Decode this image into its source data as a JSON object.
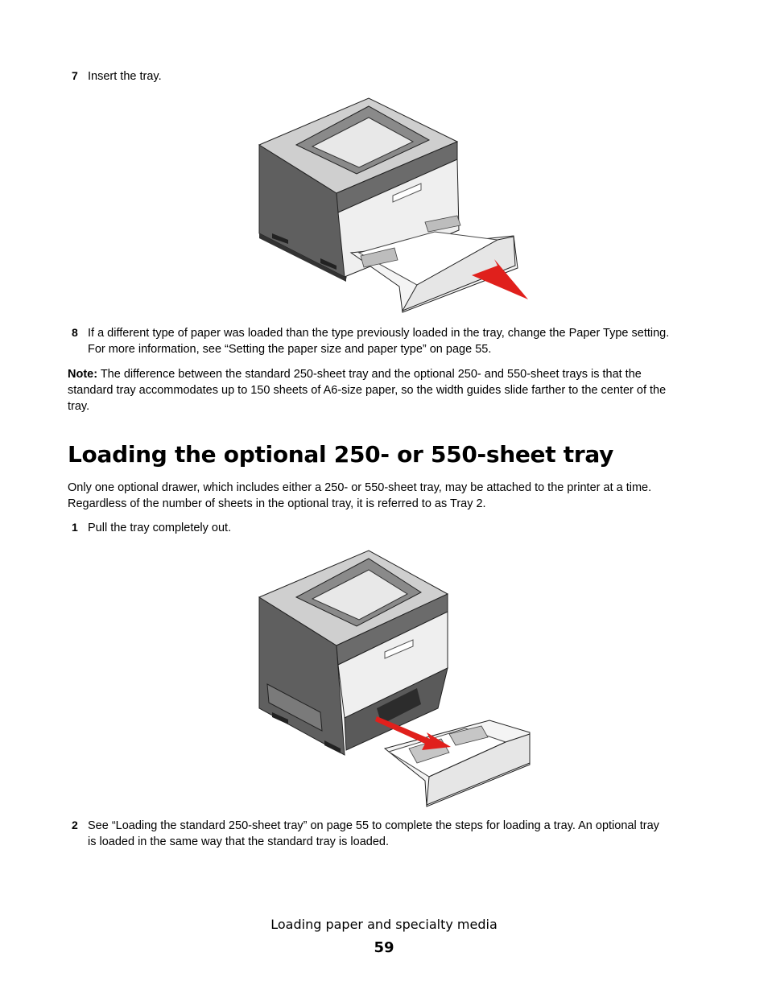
{
  "step7": {
    "number": "7",
    "text": "Insert the tray."
  },
  "step8": {
    "number": "8",
    "line1": "If a different type of paper was loaded than the type previously loaded in the tray, change the Paper Type setting.",
    "line2": "For more information, see “Setting the paper size and paper type” on page 55."
  },
  "note": {
    "label": "Note:",
    "line1": " The difference between the standard 250-sheet tray and the optional 250- and 550-sheet trays is that the",
    "line2": "standard tray accommodates up to 150 sheets of A6-size paper, so the width guides slide farther to the center of the",
    "line3": "tray."
  },
  "section": {
    "heading": "Loading the optional 250- or 550-sheet tray",
    "intro_line1": "Only one optional drawer, which includes either a 250- or 550-sheet tray, may be attached to the printer at a time.",
    "intro_line2": "Regardless of the number of sheets in the optional tray, it is referred to as Tray 2."
  },
  "step1": {
    "number": "1",
    "text": "Pull the tray completely out."
  },
  "step2": {
    "number": "2",
    "line1": "See “Loading the standard 250-sheet tray” on page 55 to complete the steps for loading a tray. An optional tray",
    "line2": "is loaded in the same way that the standard tray is loaded."
  },
  "footer": {
    "title": "Loading paper and specialty media",
    "page": "59"
  },
  "colors": {
    "arrow": "#e0201c",
    "printer_dark": "#5f5f5f",
    "printer_light": "#efefef"
  }
}
